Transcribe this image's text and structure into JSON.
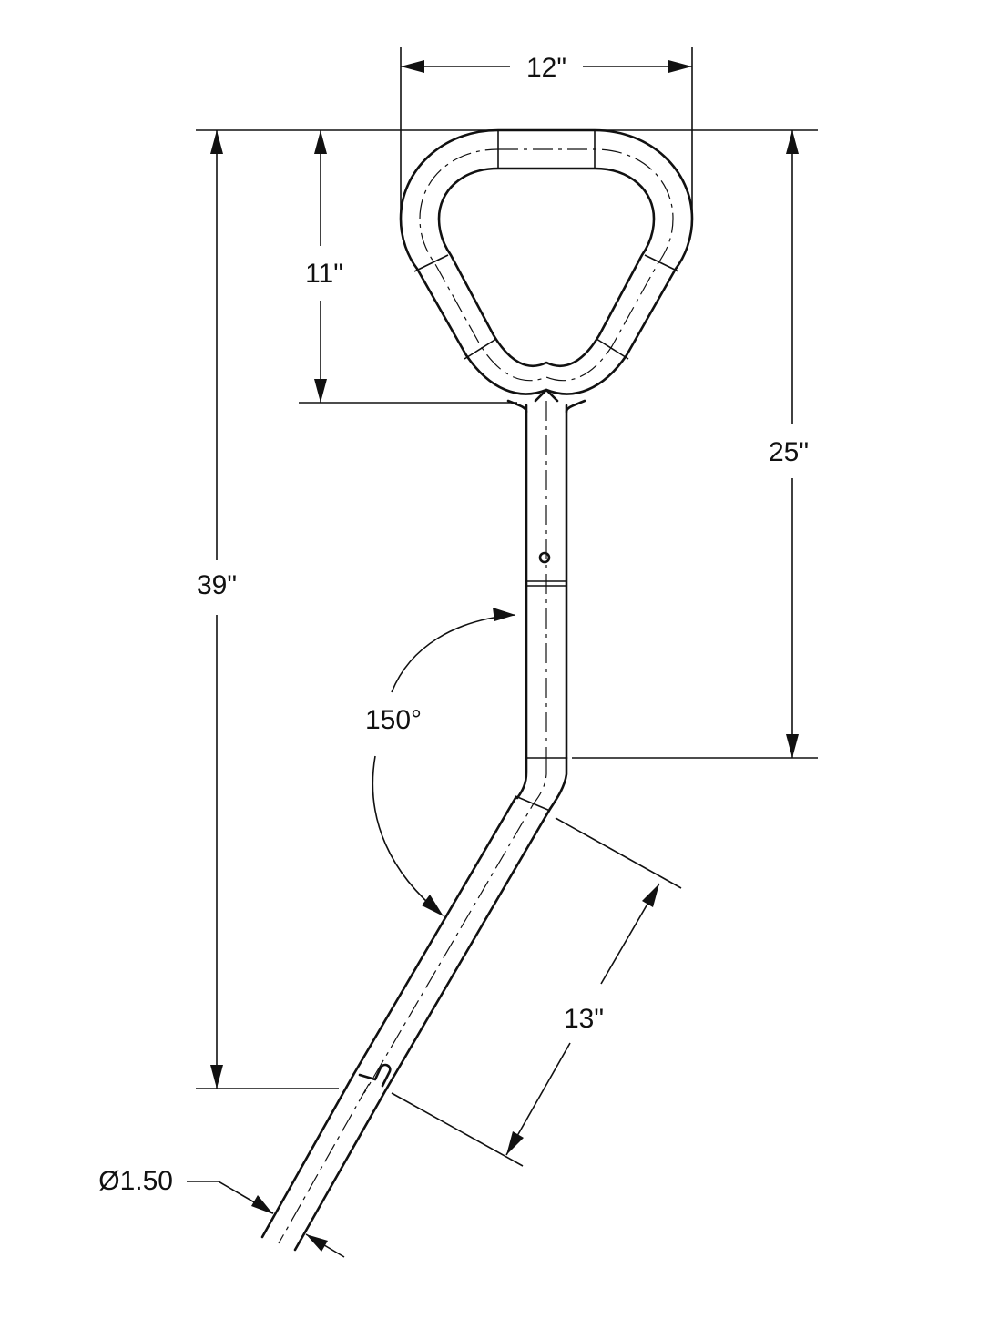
{
  "diagram": {
    "line_color": "#111111",
    "background": "#ffffff",
    "dimensions": {
      "width_top": "12\"",
      "loop_height": "11\"",
      "upper_height": "25\"",
      "overall_height": "39\"",
      "bend_angle": "150°",
      "lower_length": "13\"",
      "tube_diameter": "Ø1.50"
    }
  }
}
